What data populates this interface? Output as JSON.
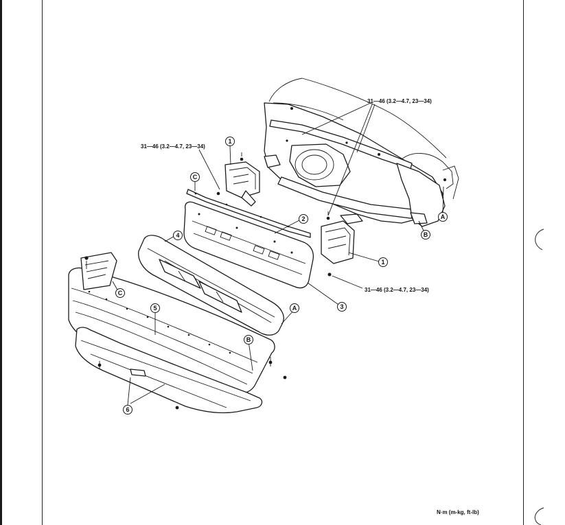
{
  "torque_specs": {
    "top_right": "31—46 (3.2—4.7, 23—34)",
    "left": "31—46 (3.2—4.7, 23—34)",
    "lower_right": "31—46 (3.2—4.7, 23—34)"
  },
  "part_callouts": [
    "1",
    "2",
    "3",
    "4",
    "5",
    "6"
  ],
  "ref_letters": {
    "a": "A",
    "b": "B",
    "c": "C"
  },
  "units_note": "N·m (m-kg, ft-lb)"
}
